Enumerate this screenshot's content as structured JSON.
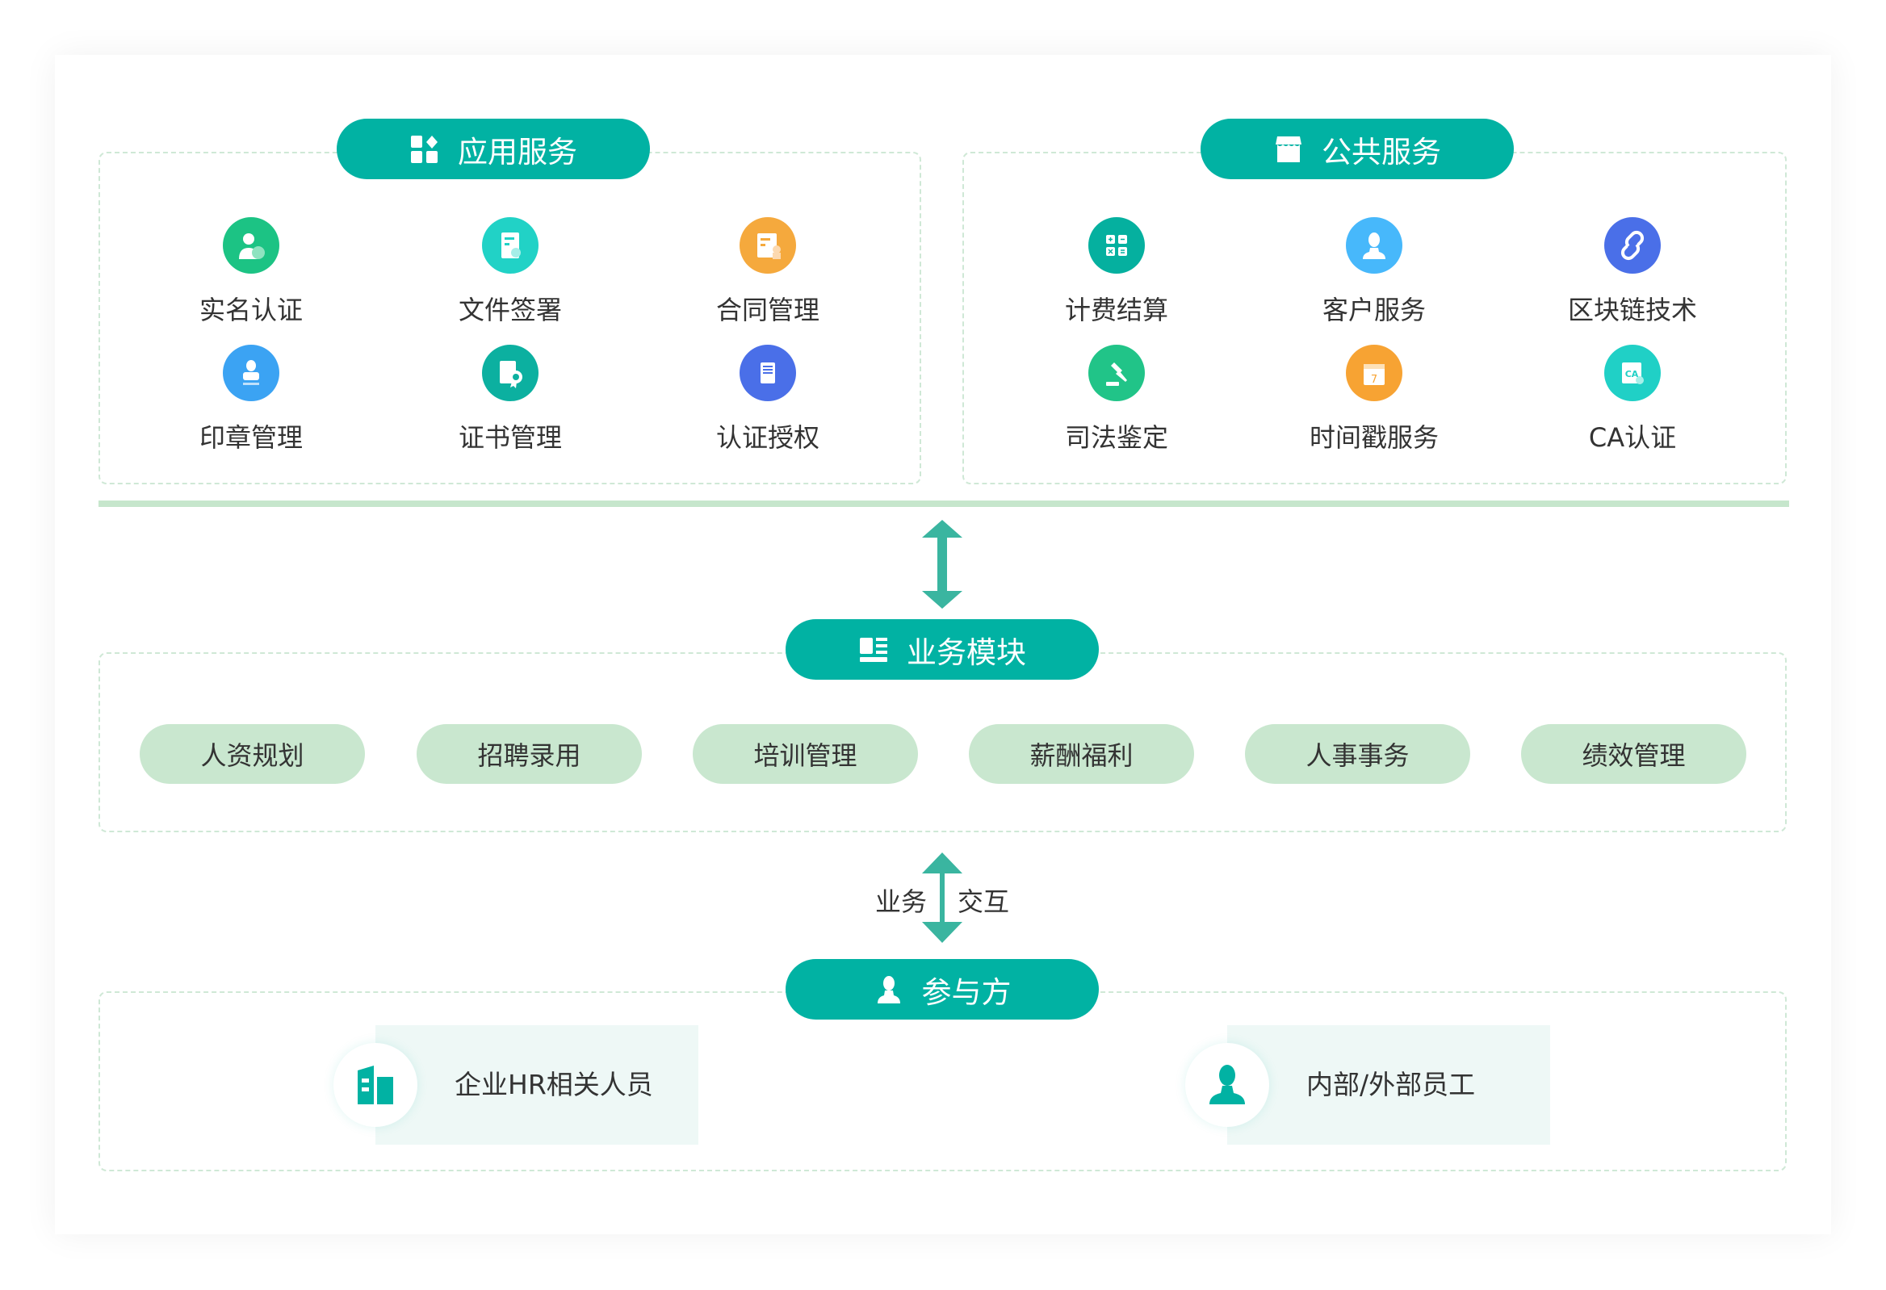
{
  "app_services": {
    "title": "应用服务",
    "icon": "grid-apps-icon",
    "items": [
      {
        "label": "实名认证",
        "icon": "user-verified-icon",
        "color": "#1cc384"
      },
      {
        "label": "文件签署",
        "icon": "document-sign-icon",
        "color": "#21d2c6"
      },
      {
        "label": "合同管理",
        "icon": "contract-icon",
        "color": "#f5a93d"
      },
      {
        "label": "印章管理",
        "icon": "stamp-icon",
        "color": "#3ba3f3"
      },
      {
        "label": "证书管理",
        "icon": "certificate-icon",
        "color": "#0cb0a0"
      },
      {
        "label": "认证授权",
        "icon": "authorization-icon",
        "color": "#4a6fe8"
      }
    ]
  },
  "public_services": {
    "title": "公共服务",
    "icon": "store-icon",
    "items": [
      {
        "label": "计费结算",
        "icon": "calculator-icon",
        "color": "#05b09f"
      },
      {
        "label": "客户服务",
        "icon": "customer-icon",
        "color": "#47b8fb"
      },
      {
        "label": "区块链技术",
        "icon": "chain-link-icon",
        "color": "#4a6fe8"
      },
      {
        "label": "司法鉴定",
        "icon": "gavel-icon",
        "color": "#21c488"
      },
      {
        "label": "时间戳服务",
        "icon": "calendar-icon",
        "color": "#f7a333"
      },
      {
        "label": "CA认证",
        "icon": "ca-cert-icon",
        "color": "#20d0c6"
      }
    ]
  },
  "business_modules": {
    "title": "业务模块",
    "icon": "module-list-icon",
    "items": [
      "人资规划",
      "招聘录用",
      "培训管理",
      "薪酬福利",
      "人事事务",
      "绩效管理"
    ]
  },
  "interaction": {
    "left": "业务",
    "right": "交互"
  },
  "participants": {
    "title": "参与方",
    "icon": "person-icon",
    "items": [
      {
        "label": "企业HR相关人员",
        "icon": "building-icon"
      },
      {
        "label": "内部/外部员工",
        "icon": "employee-icon"
      }
    ]
  },
  "colors": {
    "primary": "#01b2a3",
    "module_bg": "#c9e7cf",
    "divider": "#c6e6cc",
    "arrow": "#3ab5a0"
  }
}
